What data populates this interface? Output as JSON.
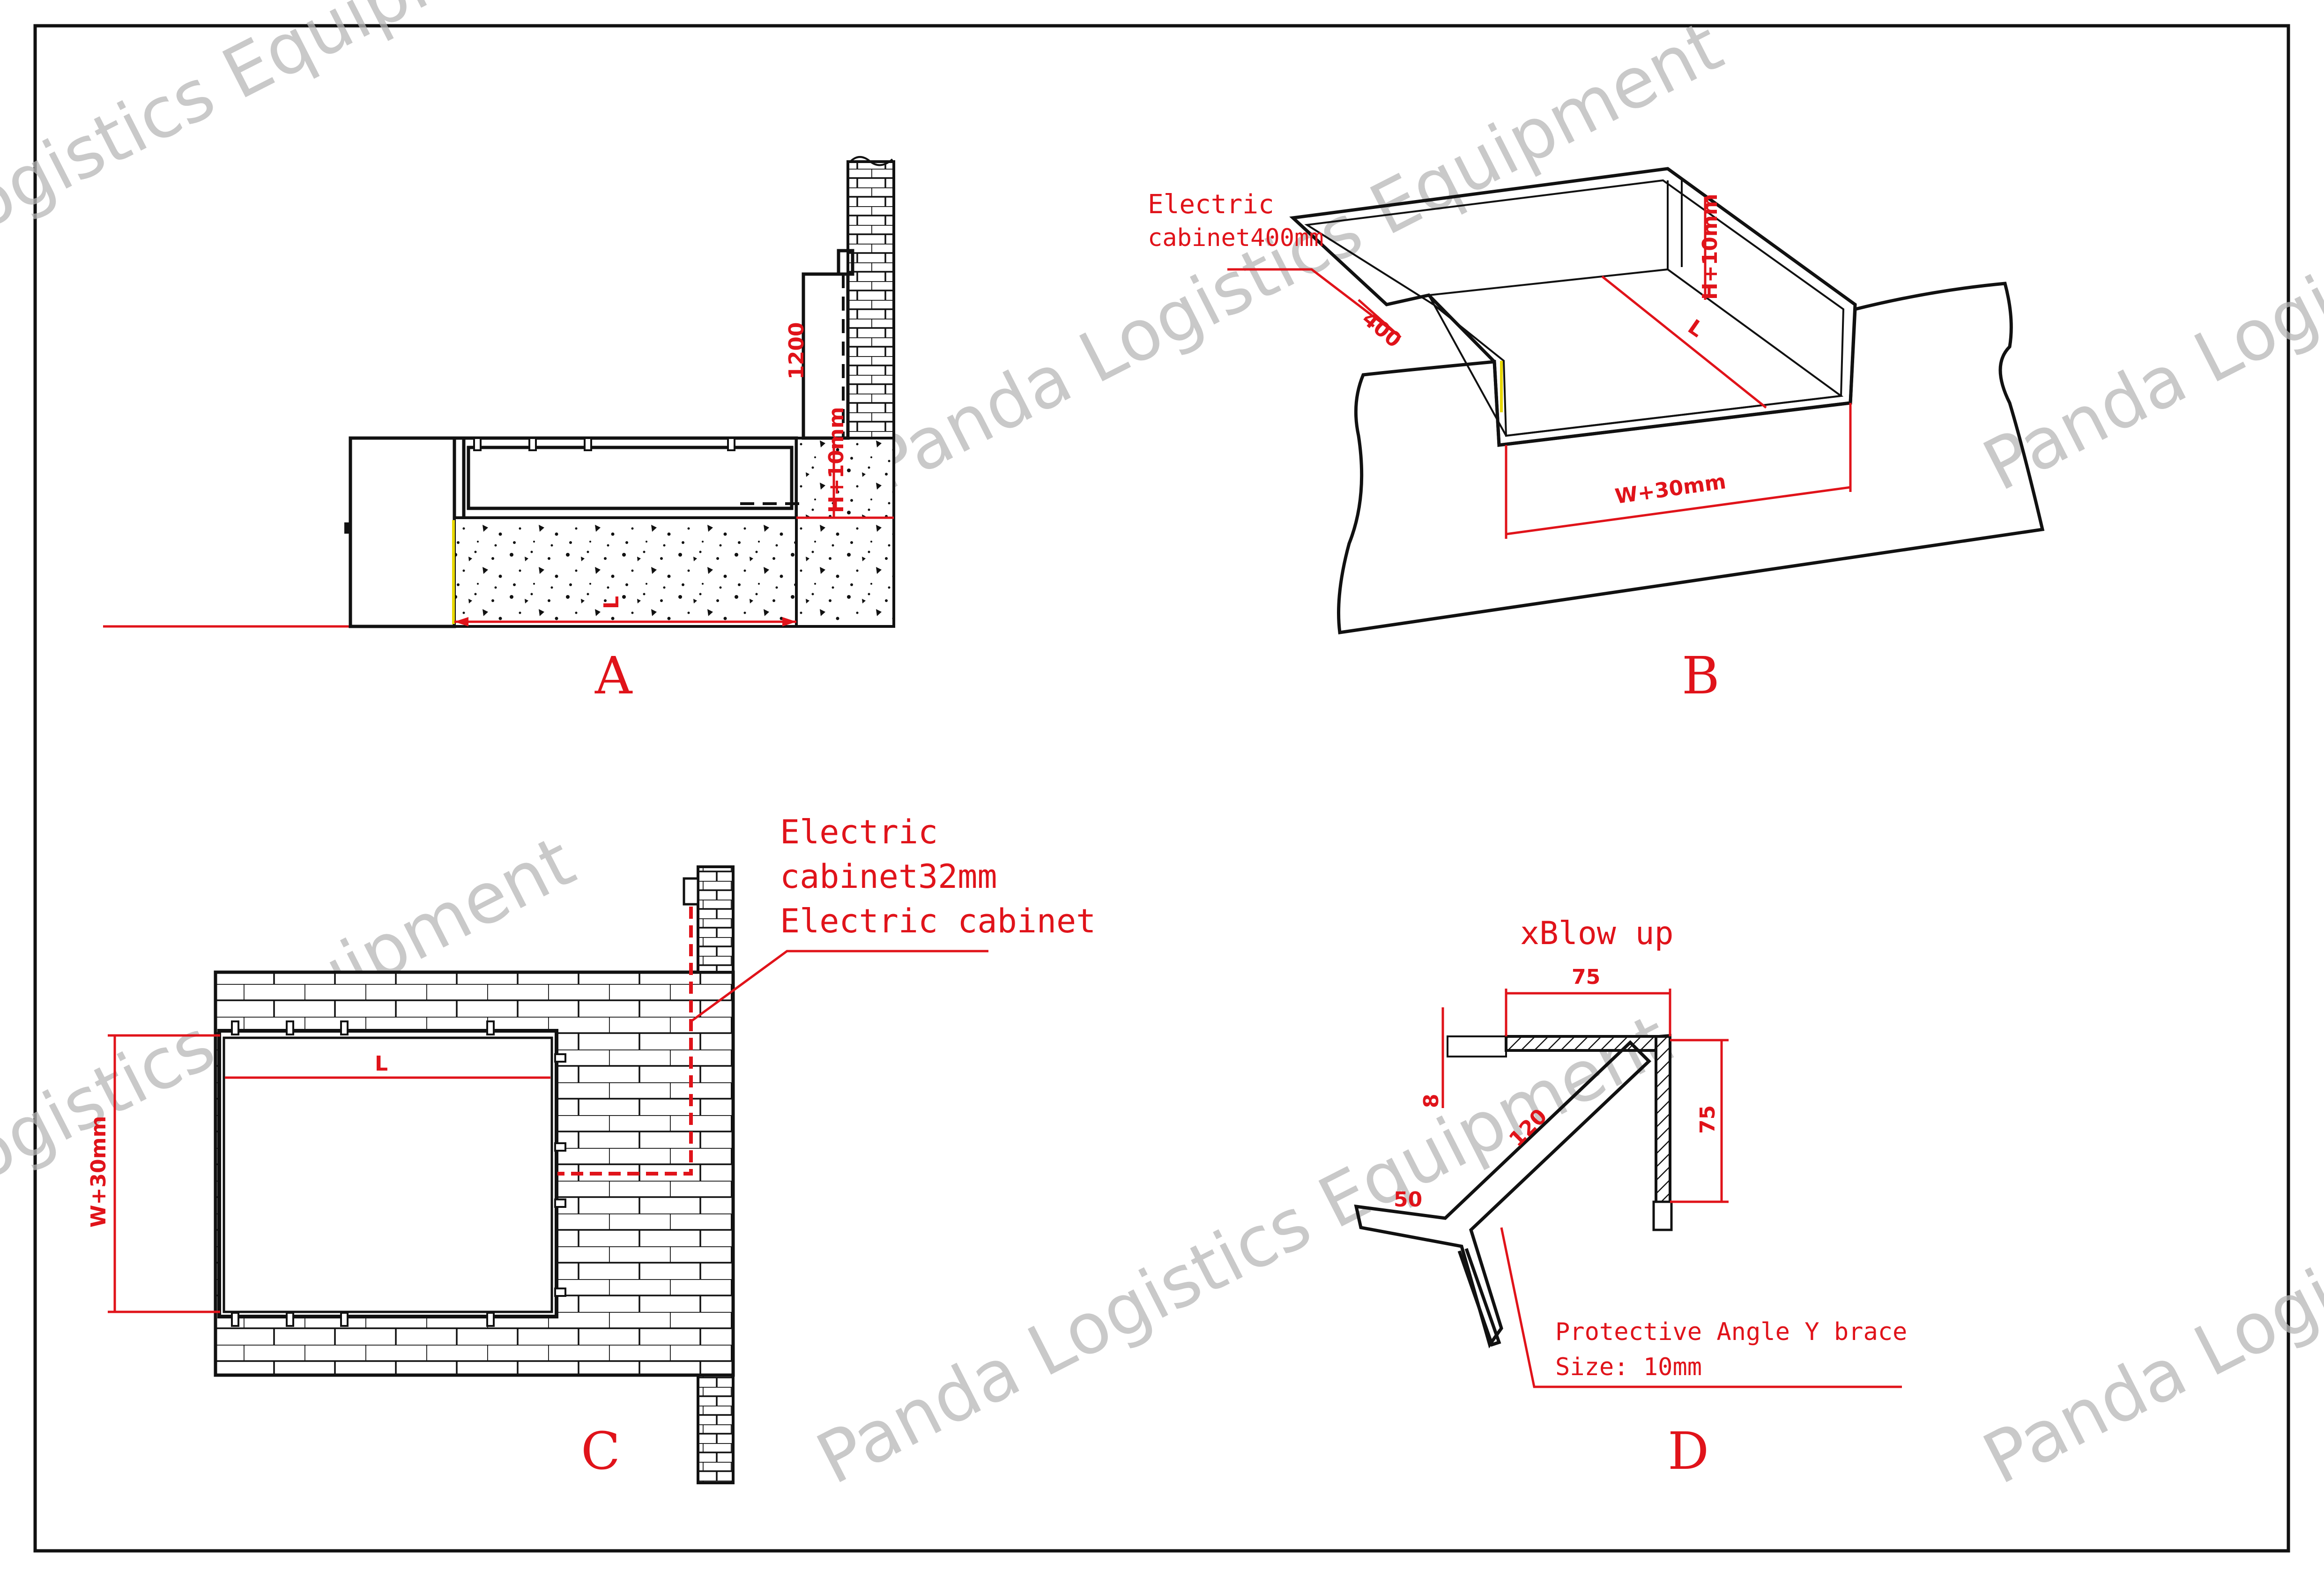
{
  "watermark": "Panda Logistics Equipment",
  "views": {
    "a": {
      "label": "A",
      "dim_height": "1200",
      "dim_pit": "H+10mm",
      "dim_length": "L"
    },
    "b": {
      "label": "B",
      "callout_line1": "Electric",
      "callout_line2": "cabinet400mm",
      "dim_depth": "400",
      "dim_height": "H+10mm",
      "dim_length": "L",
      "dim_width": "W+30mm"
    },
    "c": {
      "label": "C",
      "callout_line1": "Electric",
      "callout_line2": "cabinet32mm",
      "callout_line3": "Electric cabinet",
      "dim_length": "L",
      "dim_width": "W+30mm"
    },
    "d": {
      "label": "D",
      "title": "xBlow up",
      "dim_top": "75",
      "dim_side": "75",
      "dim_thickness": "8",
      "dim_brace": "120",
      "dim_arm": "50",
      "note_line1": "Protective Angle Y brace",
      "note_line2": "Size: 10mm"
    }
  },
  "colors": {
    "ink": "#111111",
    "annotation": "#e0131a",
    "edge_marker": "#e8d800",
    "watermark": "#b8b8b8"
  }
}
